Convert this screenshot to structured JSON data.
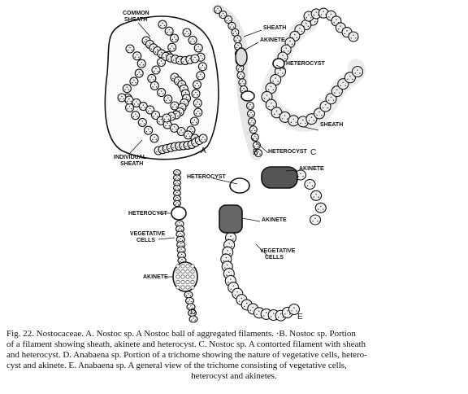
{
  "labels": {
    "common_sheath_1": "COMMON",
    "common_sheath_2": "SHEATH",
    "individual_sheath_1": "INDIVIDUAL",
    "individual_sheath_2": "SHEATH",
    "panel_a": "A",
    "b_sheath": "SHEATH",
    "b_akinete": "AKINETE",
    "b_heterocyst": "HETEROCYST",
    "panel_b": "B",
    "c_heterocyst": "HETEROCYST",
    "c_sheath": "SHEATH",
    "panel_c": "C",
    "d_heterocyst_top": "HETEROCYST",
    "d_heterocyst": "HETEROCYST",
    "d_vegetative_1": "VEGETATIVE",
    "d_vegetative_2": "CELLS",
    "d_akinete": "AKINETE",
    "panel_d": "D",
    "e_akinete_top": "AKINETE",
    "e_akinete": "AKINETE",
    "e_vegetative_1": "VEGETATIVE",
    "e_vegetative_2": "CELLS",
    "panel_e": "E"
  },
  "caption": {
    "line1": "Fig. 22. Nostocaceae.  A. Nostoc sp.  A Nostoc ball of aggregated filaments. ·B. Nostoc sp. Portion",
    "line2": "of a filament showing sheath, akinete and heterocyst. C. Nostoc sp. A contorted filament with sheath",
    "line3": "and heterocyst. D. Anabaena sp. Portion of a trichome showing the nature of vegetative cells, hetero-",
    "line4": "cyst and akinete. E. Anabaena sp. A general view of the trichome consisting of vegetative cells,",
    "line5": "heterocyst and akinetes."
  }
}
